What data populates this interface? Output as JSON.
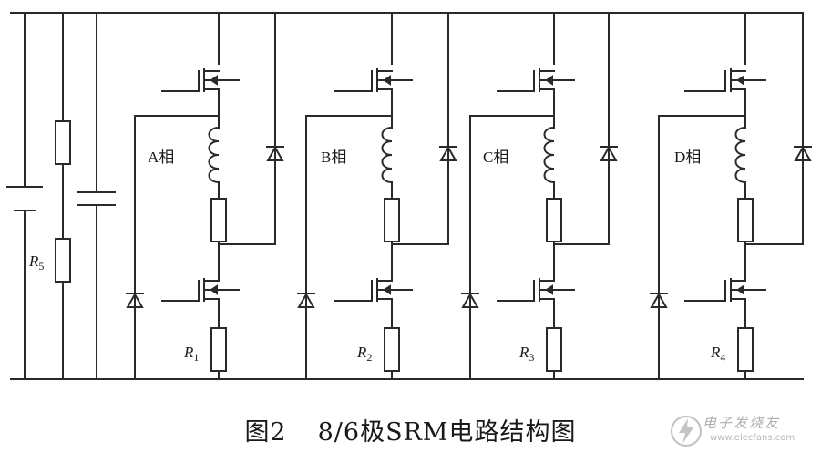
{
  "figure": {
    "caption_number": "图2",
    "caption_text": "8/6极SRM电路结构图"
  },
  "labels": {
    "r5_main": "R",
    "r5_sub": "5",
    "phases": [
      {
        "phase": "A相",
        "r_main": "R",
        "r_sub": "1"
      },
      {
        "phase": "B相",
        "r_main": "R",
        "r_sub": "2"
      },
      {
        "phase": "C相",
        "r_main": "R",
        "r_sub": "3"
      },
      {
        "phase": "D相",
        "r_main": "R",
        "r_sub": "4"
      }
    ]
  },
  "watermark": {
    "line1": "电子发烧友",
    "line2": "www.elecfans.com"
  },
  "colors": {
    "line": "#2a2a2a",
    "text": "#1a1a1a",
    "watermark": "#b0b0b0"
  }
}
